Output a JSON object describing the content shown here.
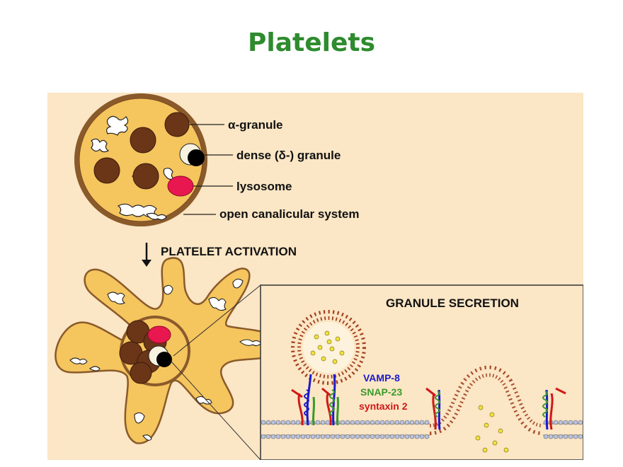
{
  "slide": {
    "title": "Platelets"
  },
  "diagram": {
    "labels": {
      "alpha_granule": "α-granule",
      "dense_granule": "dense (δ-) granule",
      "lysosome": "lysosome",
      "ocs": "open canalicular system",
      "activation": "PLATELET ACTIVATION",
      "inset_title": "GRANULE SECRETION",
      "vamp": "VAMP-8",
      "snap": "SNAP-23",
      "syntaxin": "syntaxin 2"
    },
    "colors": {
      "title": "#2e8b2e",
      "background": "#fbe6c5",
      "cytoplasm": "#f5c55e",
      "cell_outline": "#8a5a2b",
      "alpha_granule": "#6b3518",
      "lysosome": "#e8174f",
      "vamp": "#1a1acc",
      "snap": "#3a9a2a",
      "syntaxin": "#d01818"
    }
  }
}
